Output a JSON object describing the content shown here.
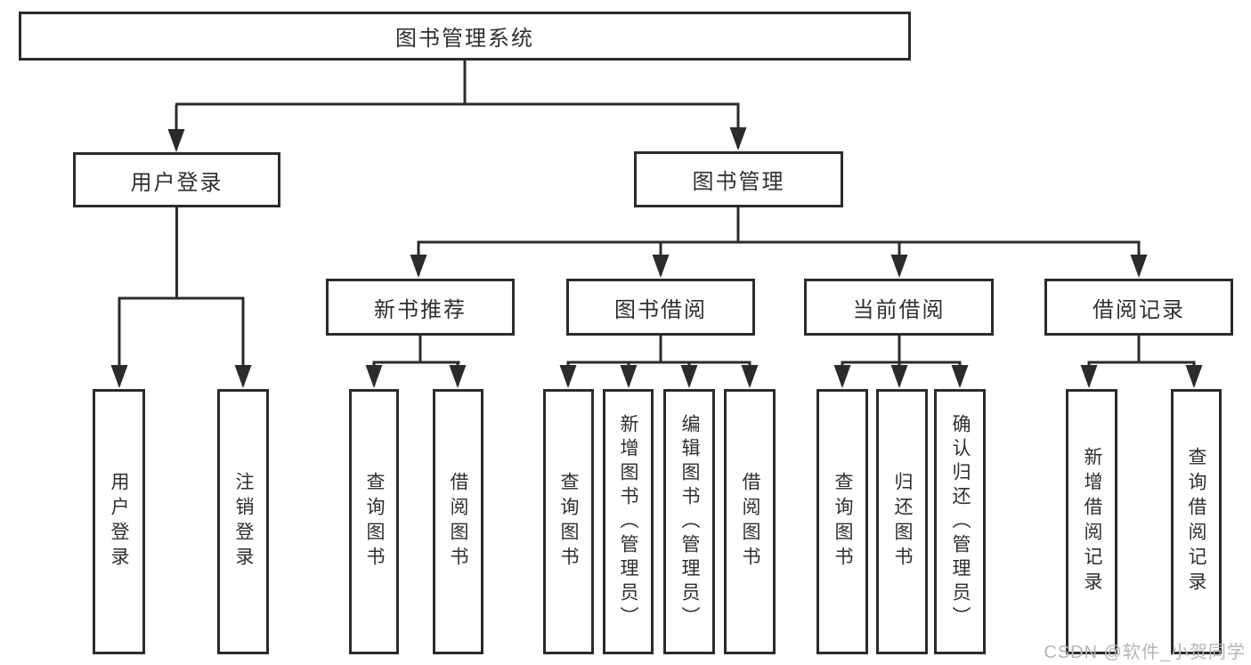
{
  "diagram": {
    "root": {
      "label": "图书管理系统"
    },
    "level2": [
      {
        "label": "用户登录"
      },
      {
        "label": "图书管理"
      }
    ],
    "level3": [
      {
        "label": "新书推荐"
      },
      {
        "label": "图书借阅"
      },
      {
        "label": "当前借阅"
      },
      {
        "label": "借阅记录"
      }
    ],
    "leaves": [
      {
        "label": "用户登录"
      },
      {
        "label": "注销登录"
      },
      {
        "label": "查询图书"
      },
      {
        "label": "借阅图书"
      },
      {
        "label": "查询图书"
      },
      {
        "label": "新增图书（管理员）"
      },
      {
        "label": "编辑图书（管理员）"
      },
      {
        "label": "借阅图书"
      },
      {
        "label": "查询图书"
      },
      {
        "label": "归还图书"
      },
      {
        "label": "确认归还（管理员）"
      },
      {
        "label": "新增借阅记录"
      },
      {
        "label": "查询借阅记录"
      }
    ],
    "watermark": "CSDN @软件_小贺同学",
    "colors": {
      "line": "#2b2b2b",
      "text": "#2f2f2f",
      "watermark": "#b5b5b5",
      "background": "#ffffff"
    }
  }
}
